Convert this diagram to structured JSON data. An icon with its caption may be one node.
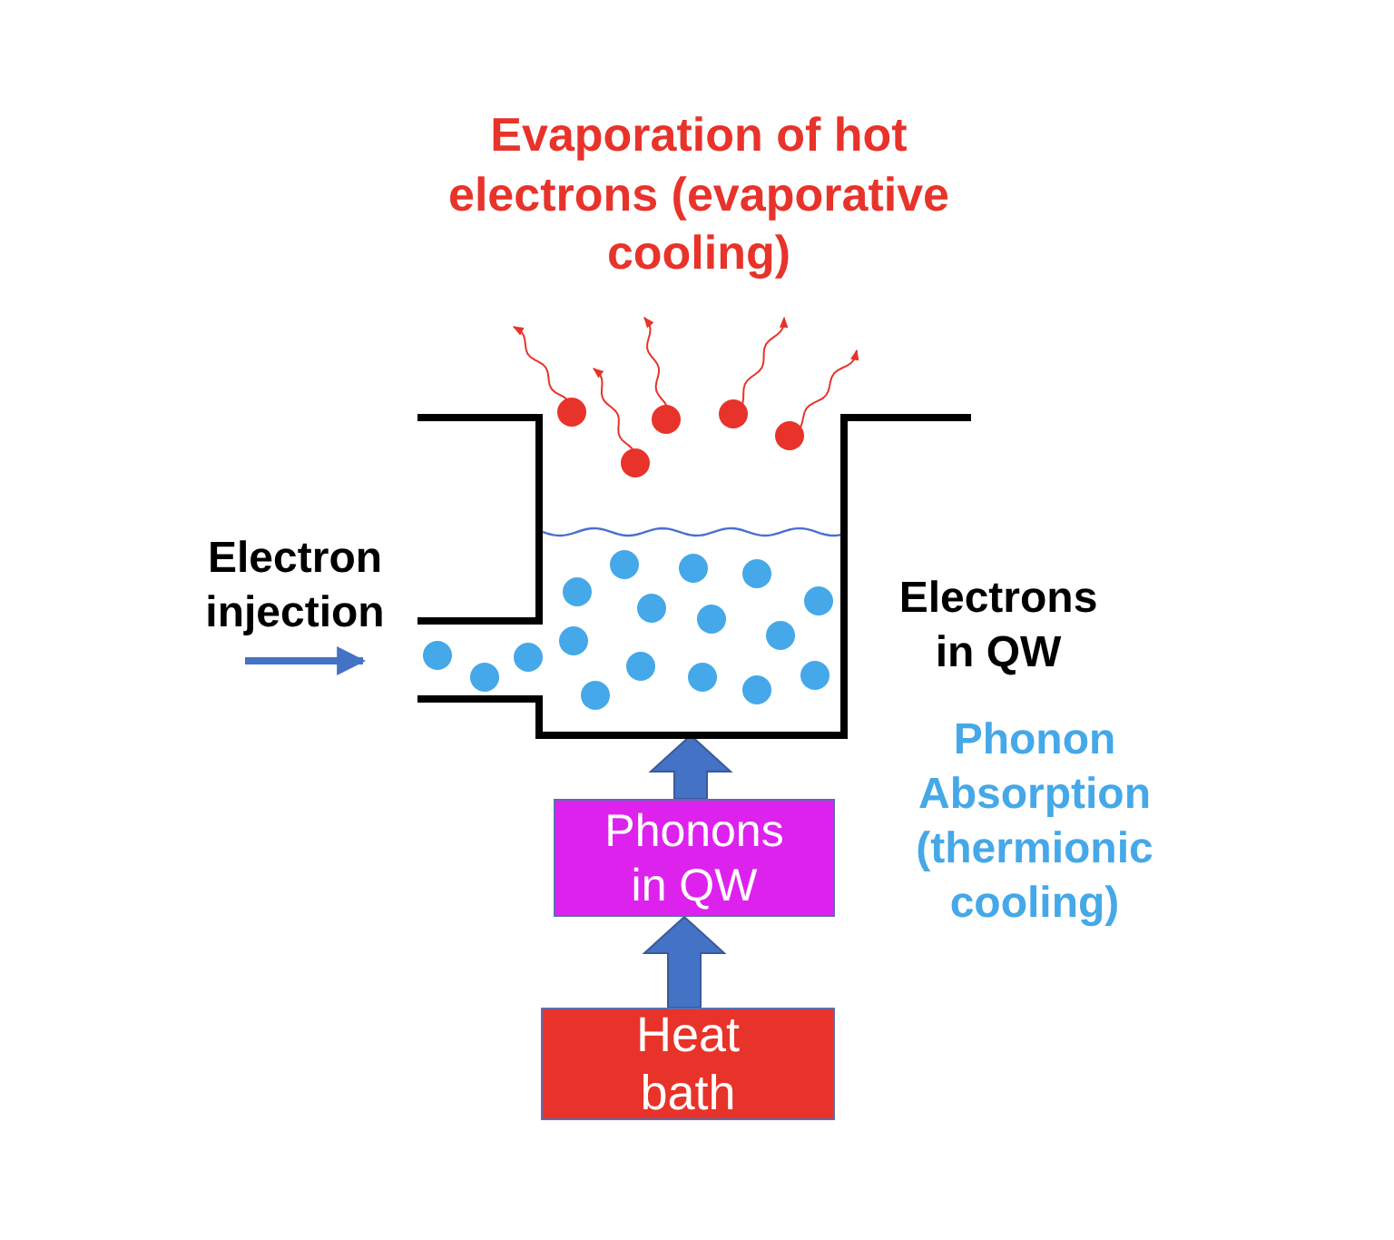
{
  "diagram": {
    "nodes": [
      {
        "text": [
          "Heat bath"
        ]
      },
      {
        "text": [
          "Phonons in QW"
        ]
      },
      {
        "text": [],
        "shape": "picture"
      }
    ],
    "edges": [
      {
        "from": 0,
        "to": 1,
        "arrow": "to",
        "style": "thick"
      },
      {
        "from": 1,
        "to": 2,
        "arrow": "to",
        "style": "thick"
      },
      {
        "from": null,
        "to": 2,
        "arrow": "to"
      }
    ],
    "labels": [
      "Evaporation of hot electrons (evaporative cooling)",
      "Electron injection",
      "Electrons in QW",
      "Phonon Absorption (thermionic cooling)"
    ]
  }
}
